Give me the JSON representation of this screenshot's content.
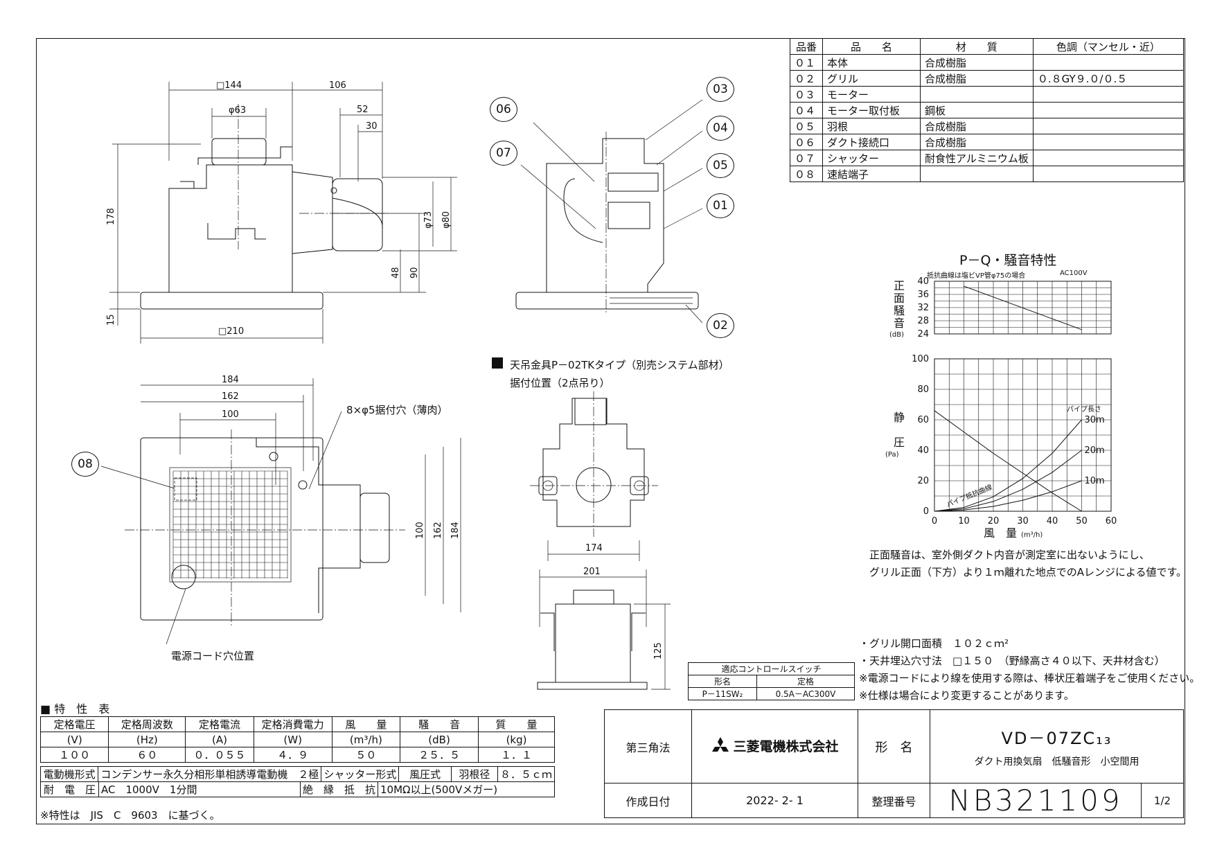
{
  "parts_table": {
    "headers": [
      "品番",
      "品　　名",
      "材　　質",
      "色調（マンセル・近）"
    ],
    "rows": [
      [
        "０１",
        "本体",
        "合成樹脂",
        ""
      ],
      [
        "０２",
        "グリル",
        "合成樹脂",
        "０.８GY９.０/０.５"
      ],
      [
        "０３",
        "モーター",
        "",
        ""
      ],
      [
        "０４",
        "モーター取付板",
        "鋼板",
        ""
      ],
      [
        "０５",
        "羽根",
        "合成樹脂",
        ""
      ],
      [
        "０６",
        "ダクト接続口",
        "合成樹脂",
        ""
      ],
      [
        "０７",
        "シャッター",
        "耐食性アルミニウム板",
        ""
      ],
      [
        "０８",
        "速結端子",
        "",
        ""
      ]
    ]
  },
  "side_view": {
    "dims": [
      "□144",
      "106",
      "φ63",
      "52",
      "30",
      "178",
      "φ73",
      "φ80",
      "48",
      "90",
      "15",
      "□210"
    ]
  },
  "section_view": {
    "callouts": [
      "06",
      "07",
      "03",
      "04",
      "05",
      "01",
      "02"
    ]
  },
  "bottom_view": {
    "dims": [
      "184",
      "162",
      "100",
      "100",
      "162",
      "184"
    ],
    "hole_note": "8×φ5据付穴（薄肉）",
    "callout": "08",
    "cord_note": "電源コード穴位置"
  },
  "hanger": {
    "title": "天吊金具P－02TKタイプ（別売システム部材）",
    "subtitle": "据付位置（2点吊り）",
    "dims": [
      "174",
      "201",
      "125"
    ]
  },
  "chart_title": "P－Q・騒音特性",
  "chart_data": [
    {
      "type": "line",
      "title": "",
      "note": "抵抗曲線は塩ビVP管φ75の場合",
      "supply": "AC100V",
      "ylabel": "正面騒音",
      "yunit": "(dB)",
      "ylim": [
        24,
        40
      ],
      "yticks": [
        "40",
        "36",
        "32",
        "28",
        "24"
      ],
      "xlim": [
        0,
        60
      ],
      "series": [
        {
          "name": "",
          "x": [
            10,
            50
          ],
          "y": [
            38.5,
            25.3
          ]
        }
      ]
    },
    {
      "type": "line",
      "title": "",
      "xlabel": "風　量",
      "xunit": "(m³/h)",
      "ylabel": "静圧",
      "yunit": "(Pa)",
      "xlim": [
        0,
        60
      ],
      "ylim": [
        0,
        100
      ],
      "xticks": [
        "0",
        "10",
        "20",
        "30",
        "40",
        "50",
        "60"
      ],
      "yticks": [
        "100",
        "80",
        "60",
        "40",
        "20",
        "0"
      ],
      "series": [
        {
          "name": "",
          "x": [
            0,
            10,
            20,
            30,
            40,
            45,
            50
          ],
          "y": [
            66,
            52,
            38,
            25,
            12,
            6,
            0
          ]
        },
        {
          "name": "30m",
          "x": [
            0,
            10,
            20,
            30,
            40,
            50
          ],
          "y": [
            0,
            2.5,
            9.5,
            21.5,
            38,
            60
          ]
        },
        {
          "name": "20m",
          "x": [
            0,
            10,
            20,
            30,
            40,
            50
          ],
          "y": [
            0,
            1.6,
            6.4,
            14.4,
            25.5,
            40
          ]
        },
        {
          "name": "10m",
          "x": [
            0,
            10,
            20,
            30,
            40,
            50
          ],
          "y": [
            0,
            0.8,
            3.2,
            7.2,
            12.8,
            20
          ]
        }
      ],
      "pipe_length_label": "パイプ長さ",
      "curve_label": "パイプ抵抗曲線"
    }
  ],
  "noise_note": [
    "正面騒音は、室外側ダクト内音が測定室に出ないようにし、",
    "グリル正面（下方）より１ｍ離れた地点でのAレンジによる値です。"
  ],
  "notes": [
    "・グリル開口面積　１０２ｃｍ²",
    "・天井埋込穴寸法　□１５０　（野縁高さ４０以下、天井材含む）",
    "※電源コードにより線を使用する際は、棒状圧着端子をご使用ください。",
    "※仕様は場合により変更することがあります。"
  ],
  "switch_table": {
    "title": "適応コントロールスイッチ",
    "headers": [
      "形名",
      "定格"
    ],
    "row": [
      "P－11SW₂",
      "0.5A－AC300V"
    ]
  },
  "spec_table": {
    "title": "■ 特　性　表",
    "headers": [
      "定格電圧",
      "定格周波数",
      "定格電流",
      "定格消費電力",
      "風　　量",
      "騒　　音",
      "質　　量"
    ],
    "units": [
      "(V)",
      "(Hz)",
      "(A)",
      "(W)",
      "(m³/h)",
      "(dB)",
      "(kg)"
    ],
    "values": [
      "１００",
      "６０",
      "０．０５５",
      "４．９",
      "５０",
      "２５．５",
      "１．１"
    ],
    "motor_label": "電動機形式",
    "motor_value": "コンデンサー永久分相形単相誘導電動機　２極",
    "shutter_label": "シャッター形式",
    "shutter_value": "風圧式",
    "blade_label": "羽根径",
    "blade_value": "８．５ｃｍ",
    "withstand_label": "耐　電　圧",
    "withstand_value": "AC　1000V　1分間",
    "insulation_label": "絶　縁　抵　抗",
    "insulation_value": "10MΩ以上(500Vメガー)",
    "footnote": "※特性は　JIS　C　9603　に基づく。"
  },
  "title_block": {
    "projection": "第三角法",
    "company": "三菱電機株式会社",
    "model_label": "形　名",
    "model": "VD－07ZC₁₃",
    "description": "ダクト用換気扇　低騒音形　小空間用",
    "date_label": "作成日付",
    "date": "2022- 2- 1",
    "doc_label": "整理番号",
    "doc_number": "NB321109",
    "page": "1/2"
  }
}
